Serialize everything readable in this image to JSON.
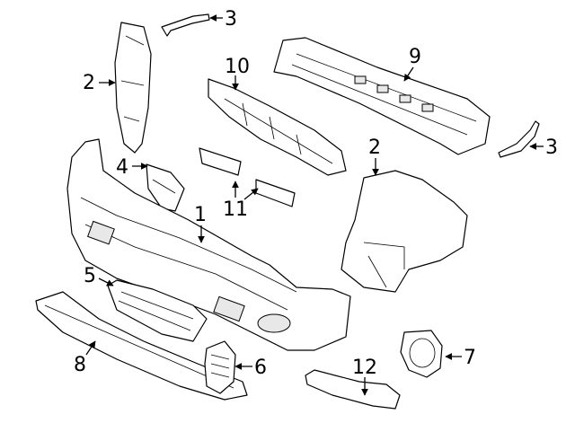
{
  "diagram": {
    "callouts": [
      {
        "id": "callout-3-top",
        "label": "3"
      },
      {
        "id": "callout-2-left",
        "label": "2"
      },
      {
        "id": "callout-10",
        "label": "10"
      },
      {
        "id": "callout-9",
        "label": "9"
      },
      {
        "id": "callout-2-right",
        "label": "2"
      },
      {
        "id": "callout-3-right",
        "label": "3"
      },
      {
        "id": "callout-4",
        "label": "4"
      },
      {
        "id": "callout-1",
        "label": "1"
      },
      {
        "id": "callout-11",
        "label": "11"
      },
      {
        "id": "callout-5",
        "label": "5"
      },
      {
        "id": "callout-8",
        "label": "8"
      },
      {
        "id": "callout-6",
        "label": "6"
      },
      {
        "id": "callout-7",
        "label": "7"
      },
      {
        "id": "callout-12",
        "label": "12"
      }
    ]
  }
}
